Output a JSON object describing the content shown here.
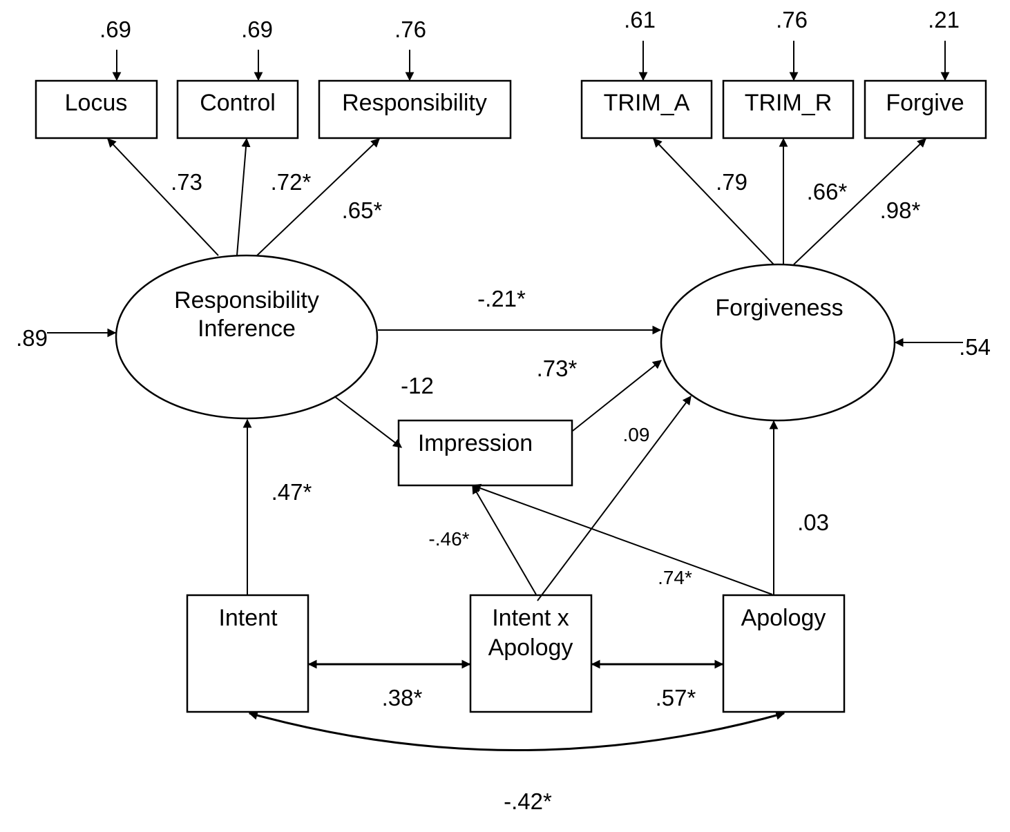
{
  "diagram": {
    "type": "structural-equation-model",
    "latent_variables": [
      {
        "id": "resp_inf",
        "label_lines": [
          "Responsibility",
          "Inference"
        ],
        "residual": ".89"
      },
      {
        "id": "forgiveness",
        "label_lines": [
          "Forgiveness"
        ],
        "residual": ".54"
      }
    ],
    "indicators": [
      {
        "id": "locus",
        "label": "Locus",
        "error": ".69",
        "loading": ".73"
      },
      {
        "id": "control",
        "label": "Control",
        "error": ".69",
        "loading": ".72*"
      },
      {
        "id": "responsibility",
        "label": "Responsibility",
        "error": ".76",
        "loading": ".65*"
      },
      {
        "id": "trim_a",
        "label": "TRIM_A",
        "error": ".61",
        "loading": ".79"
      },
      {
        "id": "trim_r",
        "label": "TRIM_R",
        "error": ".76",
        "loading": ".66*"
      },
      {
        "id": "forgive",
        "label": "Forgive",
        "error": ".21",
        "loading": ".98*"
      }
    ],
    "observed": [
      {
        "id": "impression",
        "label_lines": [
          "Impression"
        ]
      },
      {
        "id": "intent",
        "label_lines": [
          "Intent"
        ]
      },
      {
        "id": "intent_x_apology",
        "label_lines": [
          "Intent x",
          "Apology"
        ]
      },
      {
        "id": "apology",
        "label_lines": [
          "Apology"
        ]
      }
    ],
    "paths": [
      {
        "from": "resp_inf",
        "to": "forgiveness",
        "coef": "-.21*"
      },
      {
        "from": "resp_inf",
        "to": "impression",
        "coef": "-12"
      },
      {
        "from": "impression",
        "to": "forgiveness",
        "coef": ".73*"
      },
      {
        "from": "intent_x_apology",
        "to": "forgiveness",
        "coef": ".09"
      },
      {
        "from": "intent",
        "to": "resp_inf",
        "coef": ".47*"
      },
      {
        "from": "intent_x_apology",
        "to": "impression",
        "coef": "-.46*"
      },
      {
        "from": "apology",
        "to": "impression",
        "coef": ".74*"
      },
      {
        "from": "apology",
        "to": "forgiveness",
        "coef": ".03"
      }
    ],
    "covariances": [
      {
        "between": [
          "intent",
          "intent_x_apology"
        ],
        "coef": ".38*"
      },
      {
        "between": [
          "intent_x_apology",
          "apology"
        ],
        "coef": ".57*"
      },
      {
        "between": [
          "intent",
          "apology"
        ],
        "coef": "-.42*"
      }
    ]
  }
}
